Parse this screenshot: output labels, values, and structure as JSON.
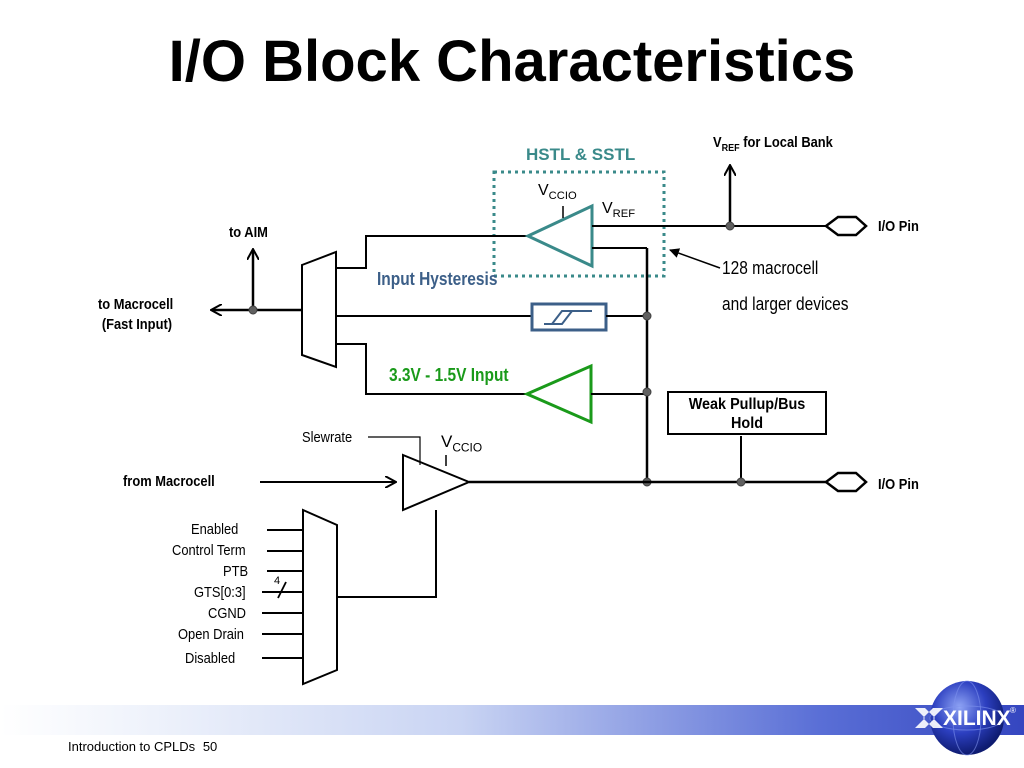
{
  "slide": {
    "title": "I/O Block Characteristics",
    "footer_text": "Introduction to CPLDs",
    "page_number": "50"
  },
  "labels": {
    "hstl_sstl": "HSTL & SSTL",
    "vref_local_main": "V",
    "vref_local_sub": "REF",
    "vref_local_rest": " for Local Bank",
    "vccio_top_main": "V",
    "vccio_top_sub": "CCIO",
    "vref_main": "V",
    "vref_sub": "REF",
    "io_pin_top": "I/O Pin",
    "io_pin_bottom": "I/O Pin",
    "to_aim": "to AIM",
    "to_macrocell_line1": "to Macrocell",
    "to_macrocell_line2": "(Fast Input)",
    "input_hysteresis": "Input Hysteresis",
    "macrocell_note_line1": "128 macrocell",
    "macrocell_note_line2": "and larger devices",
    "input_33_15": "3.3V - 1.5V Input",
    "weak_pullup_line1": "Weak Pullup/Bus",
    "weak_pullup_line2": "Hold",
    "slewrate": "Slewrate",
    "vccio_out_main": "V",
    "vccio_out_sub": "CCIO",
    "from_macrocell": "from Macrocell",
    "bus_width": "4"
  },
  "oe_mux_inputs": [
    "Enabled",
    "Control Term",
    "PTB",
    "GTS[0:3]",
    "CGND",
    "Open Drain",
    "Disabled"
  ],
  "logo": {
    "text": "XILINX",
    "registered": "®"
  },
  "colors": {
    "hstl_accent": "#3a8a8a",
    "hysteresis_accent": "#3c5f88",
    "input_green": "#1a9a1a",
    "wire": "#000000",
    "node": "#606060"
  }
}
